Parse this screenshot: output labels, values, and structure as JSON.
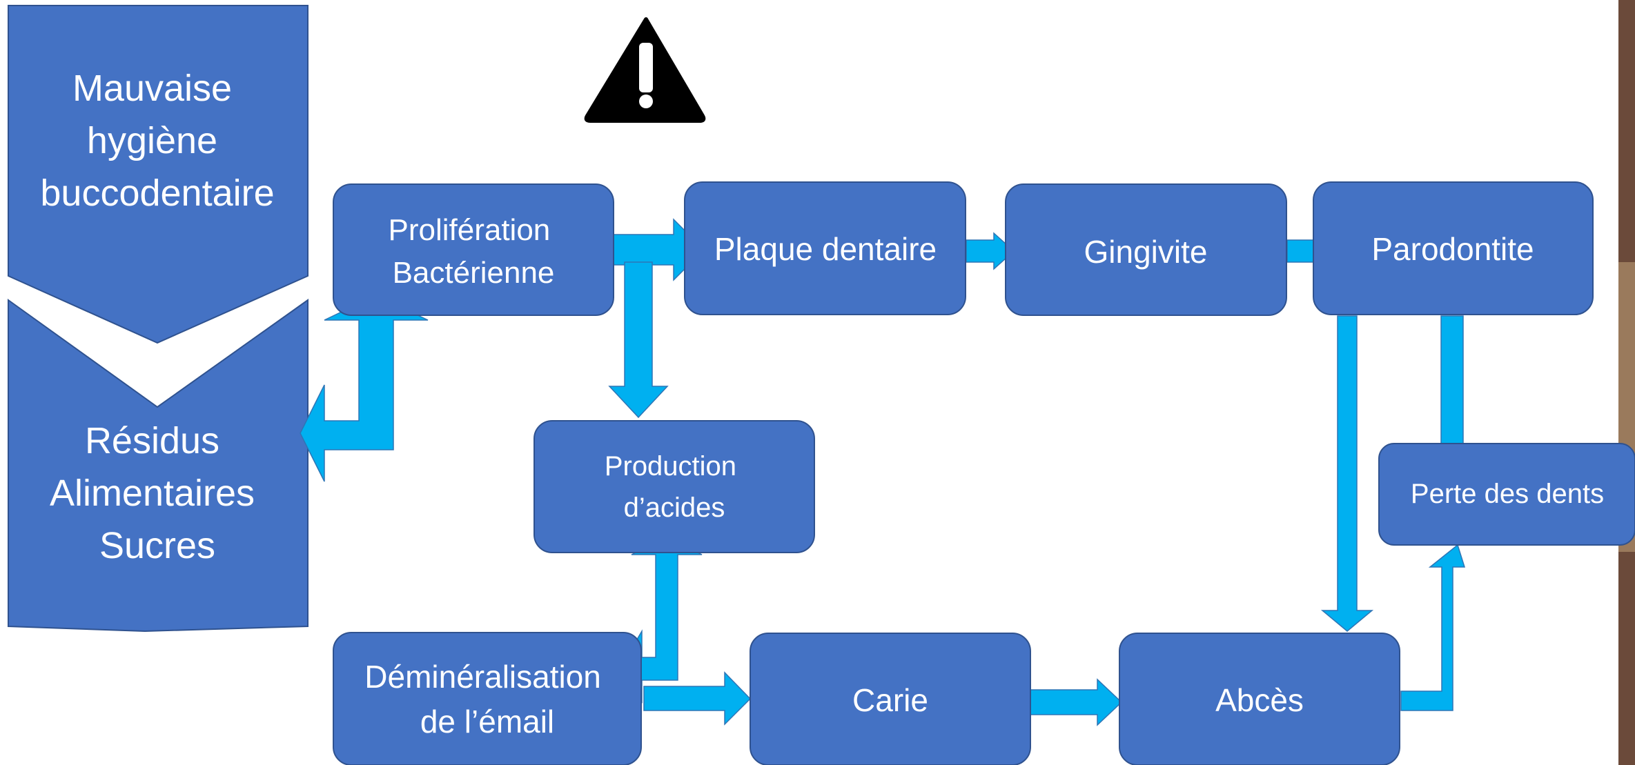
{
  "colors": {
    "box_fill": "#4472C4",
    "box_stroke": "#2F528F",
    "arrow": "#00B0F0",
    "warning": "#000000",
    "text": "#FFFFFF",
    "background": "#FFFFFF"
  },
  "warning_icon": "warning-triangle-icon",
  "chevron_top": {
    "lines": [
      "Mauvaise",
      "hygiène",
      "buccodentaire"
    ]
  },
  "chevron_bottom": {
    "lines": [
      "Résidus",
      "Alimentaires",
      "Sucres"
    ]
  },
  "nodes": {
    "proliferation": {
      "lines": [
        "Prolifération",
        "Bactérienne"
      ]
    },
    "plaque": {
      "lines": [
        "Plaque dentaire"
      ]
    },
    "gingivite": {
      "lines": [
        "Gingivite"
      ]
    },
    "parodontite": {
      "lines": [
        "Parodontite"
      ]
    },
    "production": {
      "lines": [
        "Production",
        "d’acides"
      ]
    },
    "perte": {
      "lines": [
        "Perte des dents"
      ]
    },
    "demineralisation": {
      "lines": [
        "Déminéralisation",
        "de l’émail"
      ]
    },
    "carie": {
      "lines": [
        "Carie"
      ]
    },
    "abces": {
      "lines": [
        "Abcès"
      ]
    }
  }
}
